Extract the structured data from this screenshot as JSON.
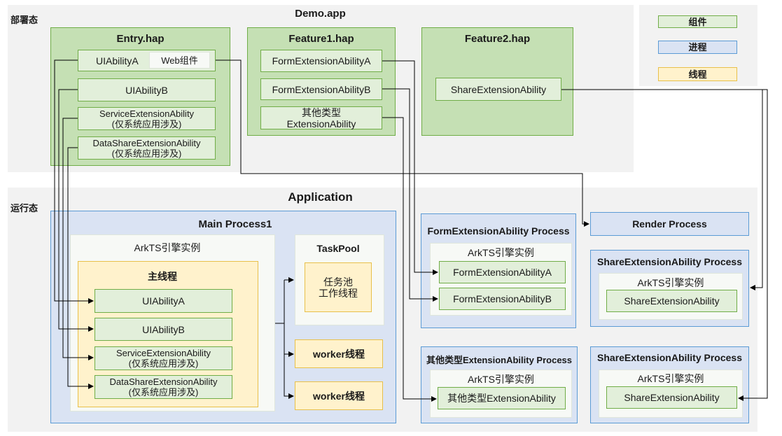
{
  "deploy": {
    "label": "部署态",
    "app_title": "Demo.app"
  },
  "entry": {
    "title": "Entry.hap",
    "uiabilityA": "UIAbilityA",
    "web": "Web组件",
    "uiabilityB": "UIAbilityB",
    "service_1": "ServiceExtensionAbility",
    "service_2": "(仅系统应用涉及)",
    "datashare_1": "DataShareExtensionAbility",
    "datashare_2": "(仅系统应用涉及)"
  },
  "feature1": {
    "title": "Feature1.hap",
    "formA": "FormExtensionAbilityA",
    "formB": "FormExtensionAbilityB",
    "other_1": "其他类型",
    "other_2": "ExtensionAbility"
  },
  "feature2": {
    "title": "Feature2.hap",
    "share": "ShareExtensionAbility"
  },
  "legend": {
    "component": "组件",
    "process": "进程",
    "thread": "线程"
  },
  "runtime": {
    "label": "运行态",
    "app_title": "Application"
  },
  "main_process": {
    "title": "Main Process1",
    "arkts": "ArkTS引擎实例",
    "main_thread": "主线程",
    "uiabilityA": "UIAbilityA",
    "uiabilityB": "UIAbilityB",
    "service_1": "ServiceExtensionAbility",
    "service_2": "(仅系统应用涉及)",
    "datashare_1": "DataShareExtensionAbility",
    "datashare_2": "(仅系统应用涉及)",
    "taskpool_title": "TaskPool",
    "taskpool_1": "任务池",
    "taskpool_2": "工作线程",
    "worker_1": "worker线程",
    "worker_2": "worker线程"
  },
  "form_process": {
    "title": "FormExtensionAbility Process",
    "arkts": "ArkTS引擎实例",
    "formA": "FormExtensionAbilityA",
    "formB": "FormExtensionAbilityB"
  },
  "other_process": {
    "title": "其他类型ExtensionAbility Process",
    "arkts": "ArkTS引擎实例",
    "item": "其他类型ExtensionAbility"
  },
  "render_process": {
    "title": "Render Process"
  },
  "share_process_1": {
    "title": "ShareExtensionAbility Process",
    "arkts": "ArkTS引擎实例",
    "item": "ShareExtensionAbility"
  },
  "share_process_2": {
    "title": "ShareExtensionAbility Process",
    "arkts": "ArkTS引擎实例",
    "item": "ShareExtensionAbility"
  },
  "colors": {
    "component_fill": "#c5e0b4",
    "component_border": "#70ad47",
    "process_fill": "#dae3f3",
    "process_border": "#5b9bd5",
    "thread_fill": "#fff2cc",
    "thread_border": "#e8c04a",
    "region_fill": "#f2f2f2"
  }
}
